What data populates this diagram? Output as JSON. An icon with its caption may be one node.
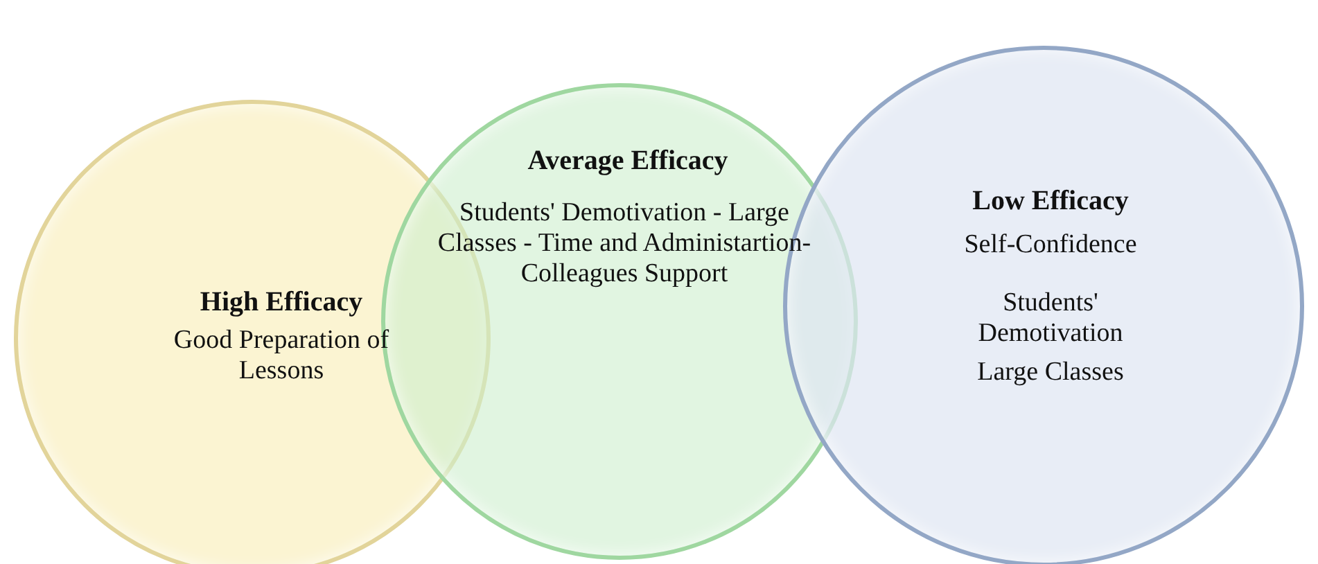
{
  "diagram": {
    "nodes": [
      {
        "text": [
          "High Efficacy",
          "Good Preparation of Lessons"
        ]
      },
      {
        "text": [
          "Average Efficacy",
          "Students' Demotivation - Large Classes - Time and Administartion- Colleagues Support"
        ]
      },
      {
        "text": [
          "Low Efficacy",
          "Self-Confidence",
          "Students' Demotivation",
          "Large Classes"
        ]
      }
    ],
    "edges": []
  }
}
